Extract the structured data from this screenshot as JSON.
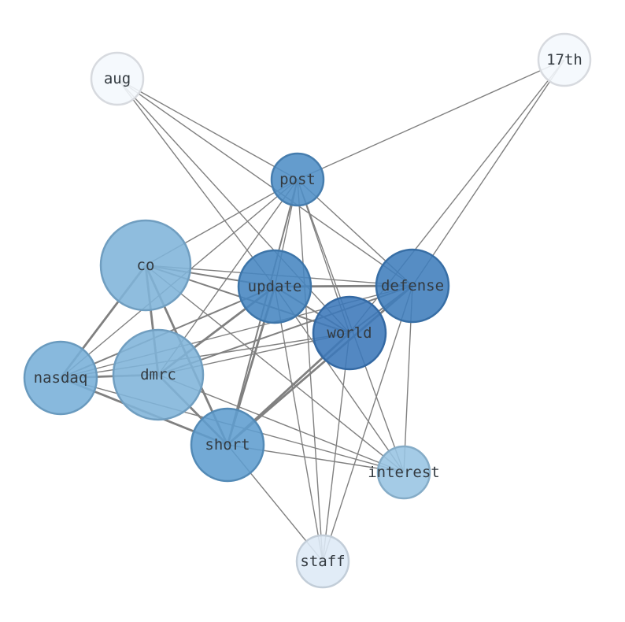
{
  "graph": {
    "nodes": [
      {
        "id": "aug",
        "label": "aug",
        "color": "#f4f8fd"
      },
      {
        "id": "17th",
        "label": "17th",
        "color": "#f4f8fd"
      },
      {
        "id": "post",
        "label": "post",
        "color": "#4f8ec6"
      },
      {
        "id": "co",
        "label": "co",
        "color": "#7fb4da"
      },
      {
        "id": "update",
        "label": "update",
        "color": "#4585c0"
      },
      {
        "id": "defense",
        "label": "defense",
        "color": "#3f7dbc"
      },
      {
        "id": "world",
        "label": "world",
        "color": "#3b77b9"
      },
      {
        "id": "nasdaq",
        "label": "nasdaq",
        "color": "#77afd8"
      },
      {
        "id": "dmrc",
        "label": "dmrc",
        "color": "#7fb4da"
      },
      {
        "id": "short",
        "label": "short",
        "color": "#5e9dcf"
      },
      {
        "id": "interest",
        "label": "interest",
        "color": "#97c4e2"
      },
      {
        "id": "staff",
        "label": "staff",
        "color": "#dde9f6"
      }
    ],
    "edges": [
      {
        "source": "aug",
        "target": "post",
        "weight": 1
      },
      {
        "source": "aug",
        "target": "update",
        "weight": 1
      },
      {
        "source": "aug",
        "target": "defense",
        "weight": 1
      },
      {
        "source": "aug",
        "target": "world",
        "weight": 1
      },
      {
        "source": "17th",
        "target": "post",
        "weight": 1
      },
      {
        "source": "17th",
        "target": "defense",
        "weight": 1
      },
      {
        "source": "17th",
        "target": "world",
        "weight": 1
      },
      {
        "source": "post",
        "target": "co",
        "weight": 1
      },
      {
        "source": "post",
        "target": "update",
        "weight": 1
      },
      {
        "source": "post",
        "target": "defense",
        "weight": 1
      },
      {
        "source": "post",
        "target": "world",
        "weight": 1
      },
      {
        "source": "post",
        "target": "nasdaq",
        "weight": 1
      },
      {
        "source": "post",
        "target": "dmrc",
        "weight": 1
      },
      {
        "source": "post",
        "target": "short",
        "weight": 2
      },
      {
        "source": "post",
        "target": "interest",
        "weight": 1
      },
      {
        "source": "post",
        "target": "staff",
        "weight": 1
      },
      {
        "source": "co",
        "target": "update",
        "weight": 2
      },
      {
        "source": "co",
        "target": "defense",
        "weight": 1
      },
      {
        "source": "co",
        "target": "world",
        "weight": 2
      },
      {
        "source": "co",
        "target": "nasdaq",
        "weight": 3
      },
      {
        "source": "co",
        "target": "dmrc",
        "weight": 3
      },
      {
        "source": "co",
        "target": "short",
        "weight": 3
      },
      {
        "source": "co",
        "target": "interest",
        "weight": 1
      },
      {
        "source": "update",
        "target": "defense",
        "weight": 3
      },
      {
        "source": "update",
        "target": "world",
        "weight": 2
      },
      {
        "source": "update",
        "target": "nasdaq",
        "weight": 2
      },
      {
        "source": "update",
        "target": "dmrc",
        "weight": 3
      },
      {
        "source": "update",
        "target": "short",
        "weight": 3
      },
      {
        "source": "update",
        "target": "interest",
        "weight": 1
      },
      {
        "source": "update",
        "target": "staff",
        "weight": 1
      },
      {
        "source": "defense",
        "target": "world",
        "weight": 2
      },
      {
        "source": "defense",
        "target": "nasdaq",
        "weight": 1
      },
      {
        "source": "defense",
        "target": "dmrc",
        "weight": 2
      },
      {
        "source": "defense",
        "target": "short",
        "weight": 3
      },
      {
        "source": "defense",
        "target": "interest",
        "weight": 1
      },
      {
        "source": "defense",
        "target": "staff",
        "weight": 1
      },
      {
        "source": "world",
        "target": "nasdaq",
        "weight": 1
      },
      {
        "source": "world",
        "target": "dmrc",
        "weight": 1
      },
      {
        "source": "world",
        "target": "short",
        "weight": 3
      },
      {
        "source": "world",
        "target": "staff",
        "weight": 1
      },
      {
        "source": "nasdaq",
        "target": "dmrc",
        "weight": 3
      },
      {
        "source": "nasdaq",
        "target": "short",
        "weight": 3
      },
      {
        "source": "nasdaq",
        "target": "interest",
        "weight": 1
      },
      {
        "source": "dmrc",
        "target": "short",
        "weight": 3
      },
      {
        "source": "dmrc",
        "target": "interest",
        "weight": 1
      },
      {
        "source": "short",
        "target": "interest",
        "weight": 1
      },
      {
        "source": "short",
        "target": "staff",
        "weight": 1
      }
    ]
  }
}
